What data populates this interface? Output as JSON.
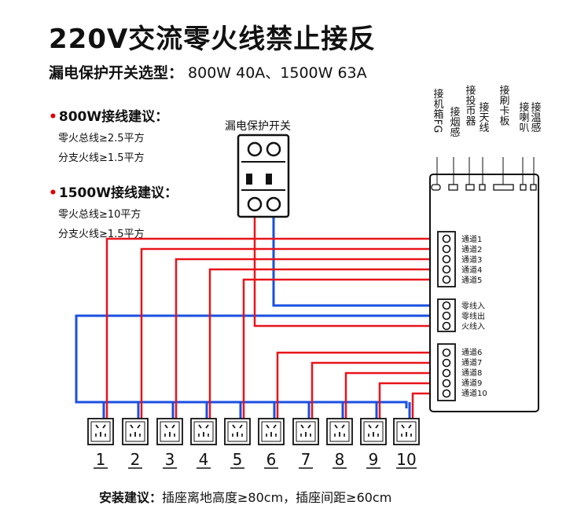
{
  "title": "220V交流零火线禁止接反",
  "subtitle": {
    "label": "漏电保护开关选型：",
    "value": "800W  40A、1500W  63A"
  },
  "sections": [
    {
      "heading": "800W接线建议：",
      "lines": [
        "零火总线≥2.5平方",
        "分支火线≥1.5平方"
      ]
    },
    {
      "heading": "1500W接线建议：",
      "lines": [
        "零火总线≥10平方",
        "分支火线≥1.5平方"
      ]
    }
  ],
  "breaker_label": "漏电保护开关",
  "controller_top_labels": [
    "接机箱FG",
    "接烟感",
    "接投币器",
    "接天线",
    "接刷卡板",
    "接喇叭",
    "接温感"
  ],
  "channels_top": [
    "通道1",
    "通道2",
    "通道3",
    "通道4",
    "通道5"
  ],
  "power_terminals": [
    "零线入",
    "零线出",
    "火线入"
  ],
  "channels_bottom": [
    "通道6",
    "通道7",
    "通道8",
    "通道9",
    "通道10"
  ],
  "socket_numbers": [
    "1",
    "2",
    "3",
    "4",
    "5",
    "6",
    "7",
    "8",
    "9",
    "10"
  ],
  "bottom_note": {
    "label": "安装建议：",
    "text": "插座离地高度≥80cm，插座间距≥60cm"
  },
  "colors": {
    "live": "#e8141a",
    "neutral": "#1a4fe0",
    "accent_bullet": "#e00000"
  }
}
